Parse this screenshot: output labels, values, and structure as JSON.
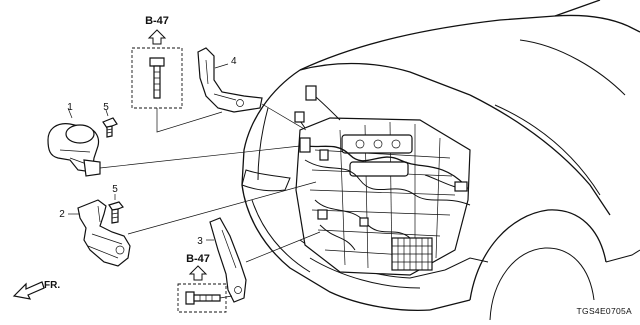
{
  "diagram": {
    "callouts": [
      {
        "id": "c1",
        "label": "1"
      },
      {
        "id": "c2",
        "label": "2"
      },
      {
        "id": "c3",
        "label": "3"
      },
      {
        "id": "c4",
        "label": "4"
      },
      {
        "id": "c5a",
        "label": "5"
      },
      {
        "id": "c5b",
        "label": "5"
      }
    ],
    "references": [
      {
        "id": "ref-top",
        "label": "B-47"
      },
      {
        "id": "ref-bottom",
        "label": "B-47"
      }
    ],
    "direction_label": "FR.",
    "diagram_code": "TGS4E0705A"
  }
}
